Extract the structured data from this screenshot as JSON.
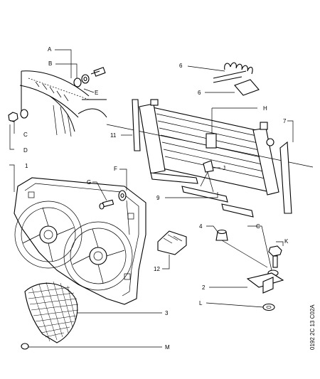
{
  "callouts": {
    "A": "A",
    "B": "B",
    "E": "E",
    "C_left": "C",
    "D": "D",
    "n1": "1",
    "G": "G",
    "F": "F",
    "n6_top": "6",
    "n6_bottom": "6",
    "H": "H",
    "n7": "7",
    "n11": "11",
    "J": "J",
    "n9": "9",
    "n4": "4",
    "C_right": "C",
    "K": "K",
    "n12": "12",
    "n2": "2",
    "L": "L",
    "n3": "3",
    "M": "M"
  },
  "reference_code": "0192 2C 13 C02A"
}
